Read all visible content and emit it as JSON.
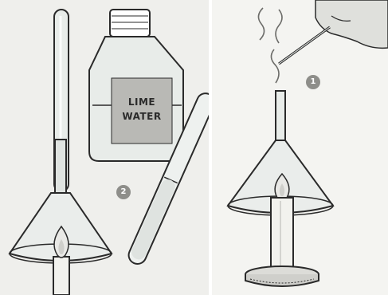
{
  "panels": {
    "left": {
      "step_number": "2",
      "bottle_label_line1": "LIME",
      "bottle_label_line2": "WATER"
    },
    "right": {
      "step_number": "1"
    }
  },
  "colors": {
    "ink": "#2a2a2a",
    "glass_fill": "#e8ece9",
    "label_fill": "#b9b9b5",
    "badge": "#8e8e8a",
    "flame": "#e9e9e6",
    "candle": "#f2f2ee"
  },
  "icons": [
    "funnel-icon",
    "candle-icon",
    "flame-icon",
    "test-tube-icon",
    "bottle-icon",
    "smoke-icon",
    "hand-icon",
    "dropper-icon",
    "dish-icon"
  ]
}
